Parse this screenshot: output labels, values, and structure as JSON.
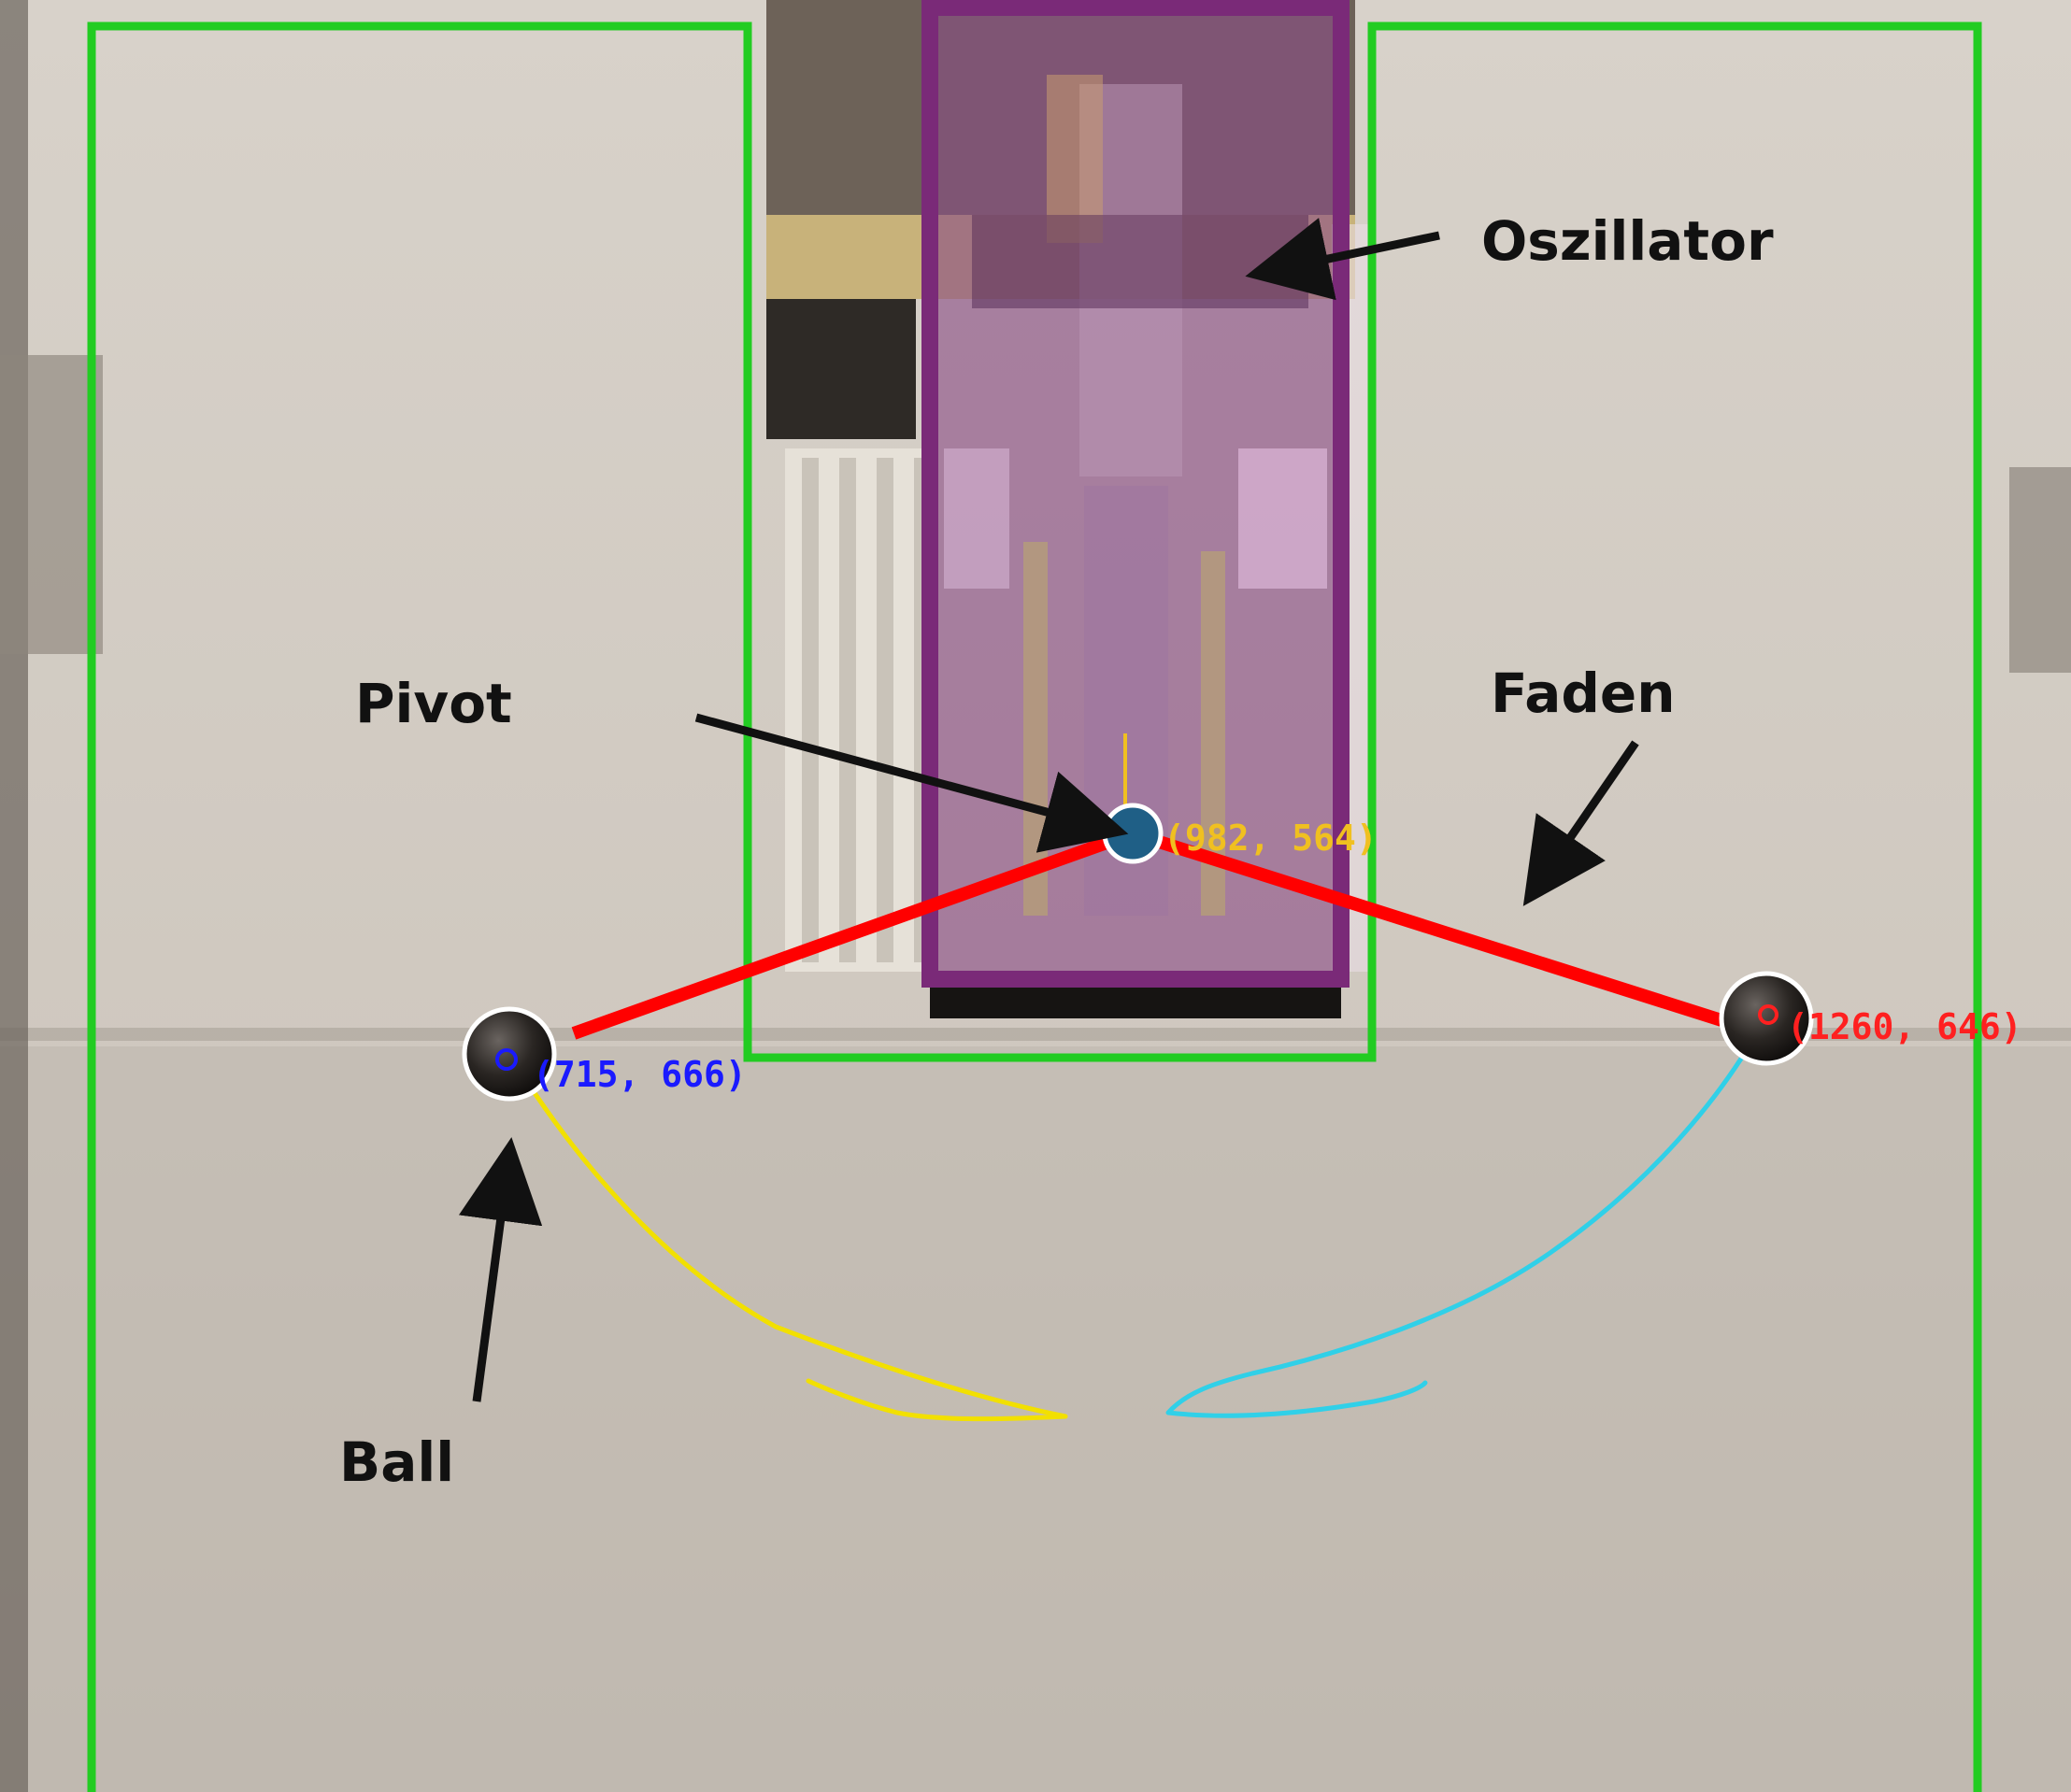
{
  "labels": {
    "oscillator": "Oszillator",
    "pivot": "Pivot",
    "string": "Faden",
    "ball": "Ball"
  },
  "coordinates": {
    "pivot": "(982, 564)",
    "ball_left": "(715, 666)",
    "ball_right": "(1260, 646)"
  },
  "colors": {
    "frame": "#22cc22",
    "oscillator_box": "#7a2a78",
    "string": "#ff0000",
    "pivot": "#1f5f86",
    "coord_pivot": "#f0c020",
    "coord_left": "#1a1aff",
    "coord_right": "#ff2020",
    "trail_left": "#f2e000",
    "trail_right": "#30d0e8",
    "arrow": "#111111"
  }
}
